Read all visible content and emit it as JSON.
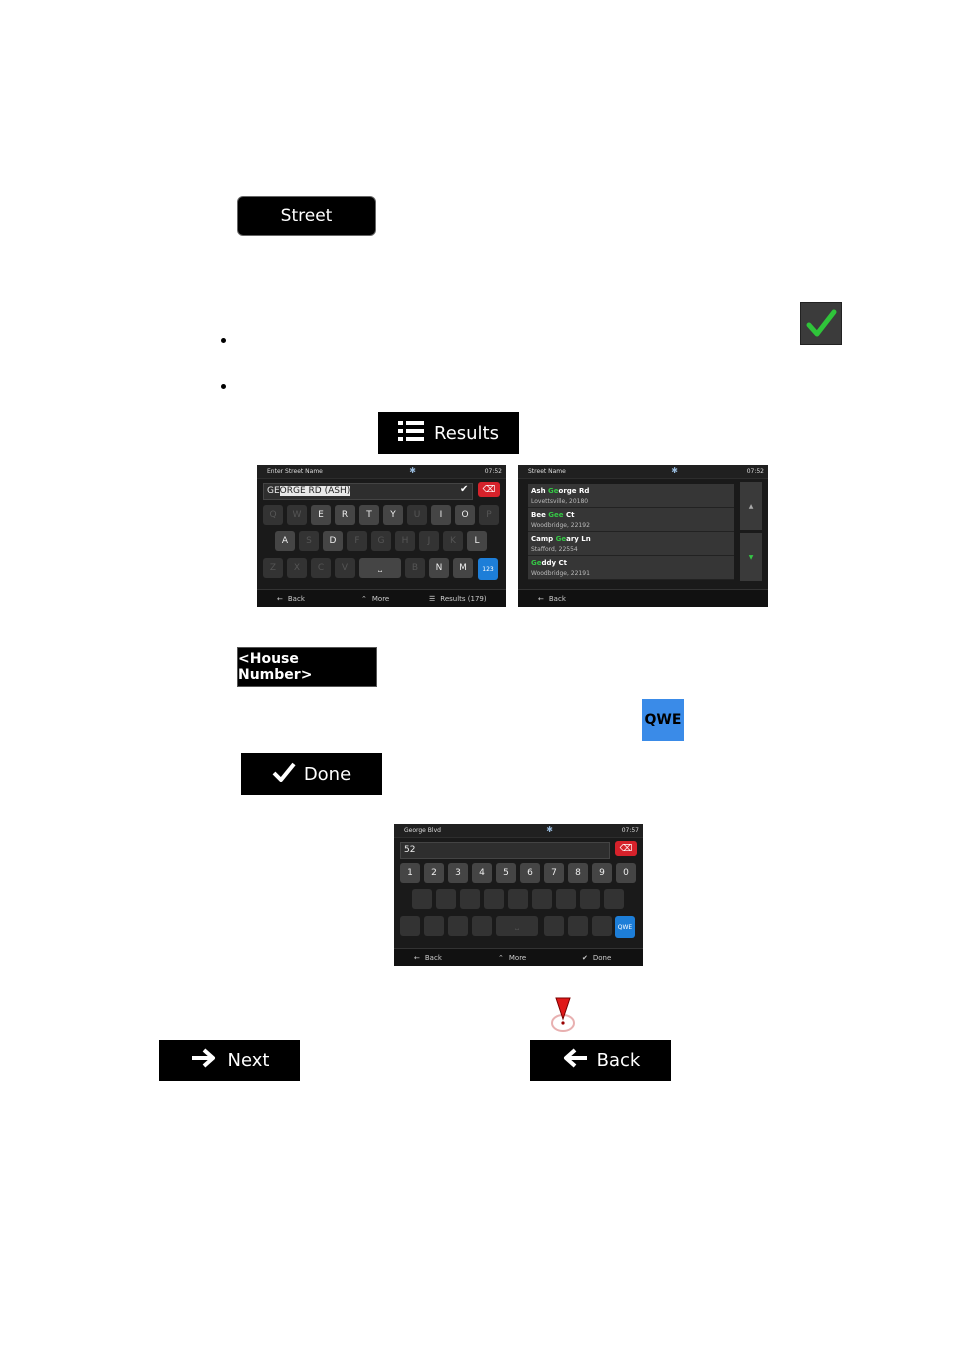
{
  "buttons": {
    "street": "Street",
    "results": "Results",
    "house_number": "<House Number>",
    "qwe": "QWE",
    "done": "Done",
    "next": "Next",
    "back": "Back"
  },
  "screen1": {
    "title": "Enter Street Name",
    "clock": "07:52",
    "input_prefix": "GE",
    "input_highlight": "ORGE RD (ASH)",
    "row1": [
      "Q",
      "W",
      "E",
      "R",
      "T",
      "Y",
      "U",
      "I",
      "O",
      "P"
    ],
    "row2": [
      "A",
      "S",
      "D",
      "F",
      "G",
      "H",
      "J",
      "K",
      "L"
    ],
    "row3": [
      "Z",
      "X",
      "C",
      "V",
      "_",
      "B",
      "N",
      "M"
    ],
    "num_key": "123",
    "bottom": {
      "back": "Back",
      "more": "More",
      "results": "Results (179)"
    }
  },
  "screen2": {
    "title": "Street Name",
    "clock": "07:52",
    "results": [
      {
        "pre": "Ash ",
        "hl": "Ge",
        "post": "orge Rd",
        "sub": "Lovettsville, 20180"
      },
      {
        "pre": "Bee ",
        "hl": "Gee",
        "post": " Ct",
        "sub": "Woodbridge, 22192"
      },
      {
        "pre": "Camp ",
        "hl": "Ge",
        "post": "ary Ln",
        "sub": "Stafford, 22554"
      },
      {
        "pre": "",
        "hl": "Ge",
        "post": "ddy Ct",
        "sub": "Woodbridge, 22191"
      }
    ],
    "bottom": {
      "back": "Back"
    }
  },
  "screen3": {
    "title": "George Blvd",
    "clock": "07:57",
    "input": "52",
    "digits": [
      "1",
      "2",
      "3",
      "4",
      "5",
      "6",
      "7",
      "8",
      "9",
      "0"
    ],
    "qwe_key": "QWE",
    "bottom": {
      "back": "Back",
      "more": "More",
      "done": "Done"
    }
  },
  "colors": {
    "highlight_green": "#35c645",
    "qwe_blue": "#3a8be8",
    "delete_red": "#d6222b"
  }
}
